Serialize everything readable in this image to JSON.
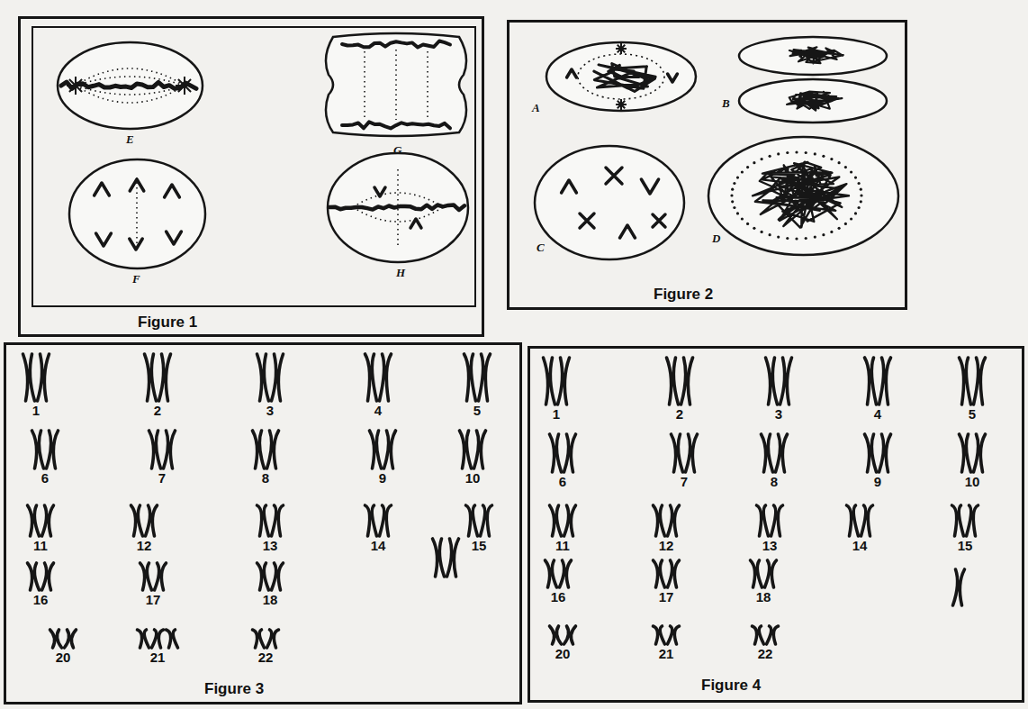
{
  "diagram": {
    "nodes": [
      {
        "text": [
          "Figure 1"
        ]
      },
      {
        "text": [
          "E"
        ],
        "in": 0
      },
      {
        "text": [
          "G"
        ],
        "in": 0
      },
      {
        "text": [
          "F"
        ],
        "in": 0
      },
      {
        "text": [
          "H"
        ],
        "in": 0
      },
      {
        "text": [
          "Figure 2"
        ]
      },
      {
        "text": [
          "A"
        ],
        "in": 5
      },
      {
        "text": [
          "B"
        ],
        "in": 5
      },
      {
        "text": [
          "C"
        ],
        "in": 5
      },
      {
        "text": [
          "D"
        ],
        "in": 5
      },
      {
        "text": [
          "Figure 3"
        ]
      },
      {
        "text": [
          "Figure 4"
        ]
      }
    ],
    "labels": [
      "1",
      "2",
      "3",
      "4",
      "5",
      "6",
      "7",
      "8",
      "9",
      "10",
      "11",
      "12",
      "13",
      "14",
      "15",
      "16",
      "17",
      "18",
      "20",
      "21",
      "22",
      "1",
      "2",
      "3",
      "4",
      "5",
      "6",
      "7",
      "8",
      "9",
      "10",
      "11",
      "12",
      "13",
      "14",
      "15",
      "16",
      "17",
      "18",
      "20",
      "21",
      "22"
    ]
  }
}
